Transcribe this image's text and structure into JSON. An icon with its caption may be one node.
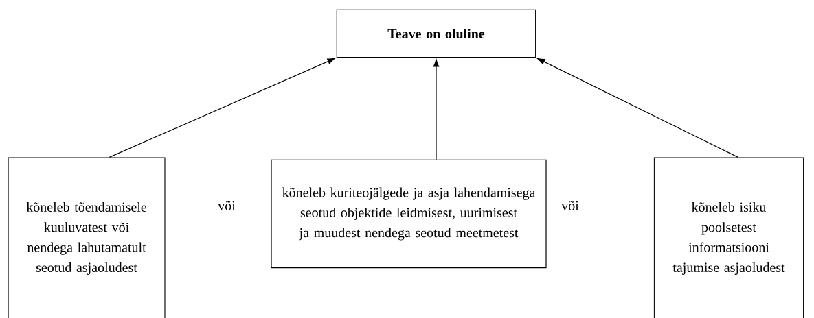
{
  "diagram": {
    "nodes": [
      {
        "text": [
          "Teave on oluline"
        ]
      },
      {
        "text": [
          "kõneleb tõendamisele kuuluvatest või nendega lahutamatult seotud asjaoludest"
        ]
      },
      {
        "text": [
          "kõneleb kuriteojälgede ja asja lahendamisega seotud objektide leidmisest, uurimisest ja muudest nendega seotud meetmetest"
        ]
      },
      {
        "text": [
          "kõneleb isiku poolsetest informatsiooni tajumise asjaoludest"
        ]
      }
    ],
    "edges": [
      {
        "from": 1,
        "to": 0,
        "arrow": "to"
      },
      {
        "from": 2,
        "to": 0,
        "arrow": "to"
      },
      {
        "from": 3,
        "to": 0,
        "arrow": "to"
      }
    ],
    "labels": [
      "või",
      "või"
    ]
  }
}
